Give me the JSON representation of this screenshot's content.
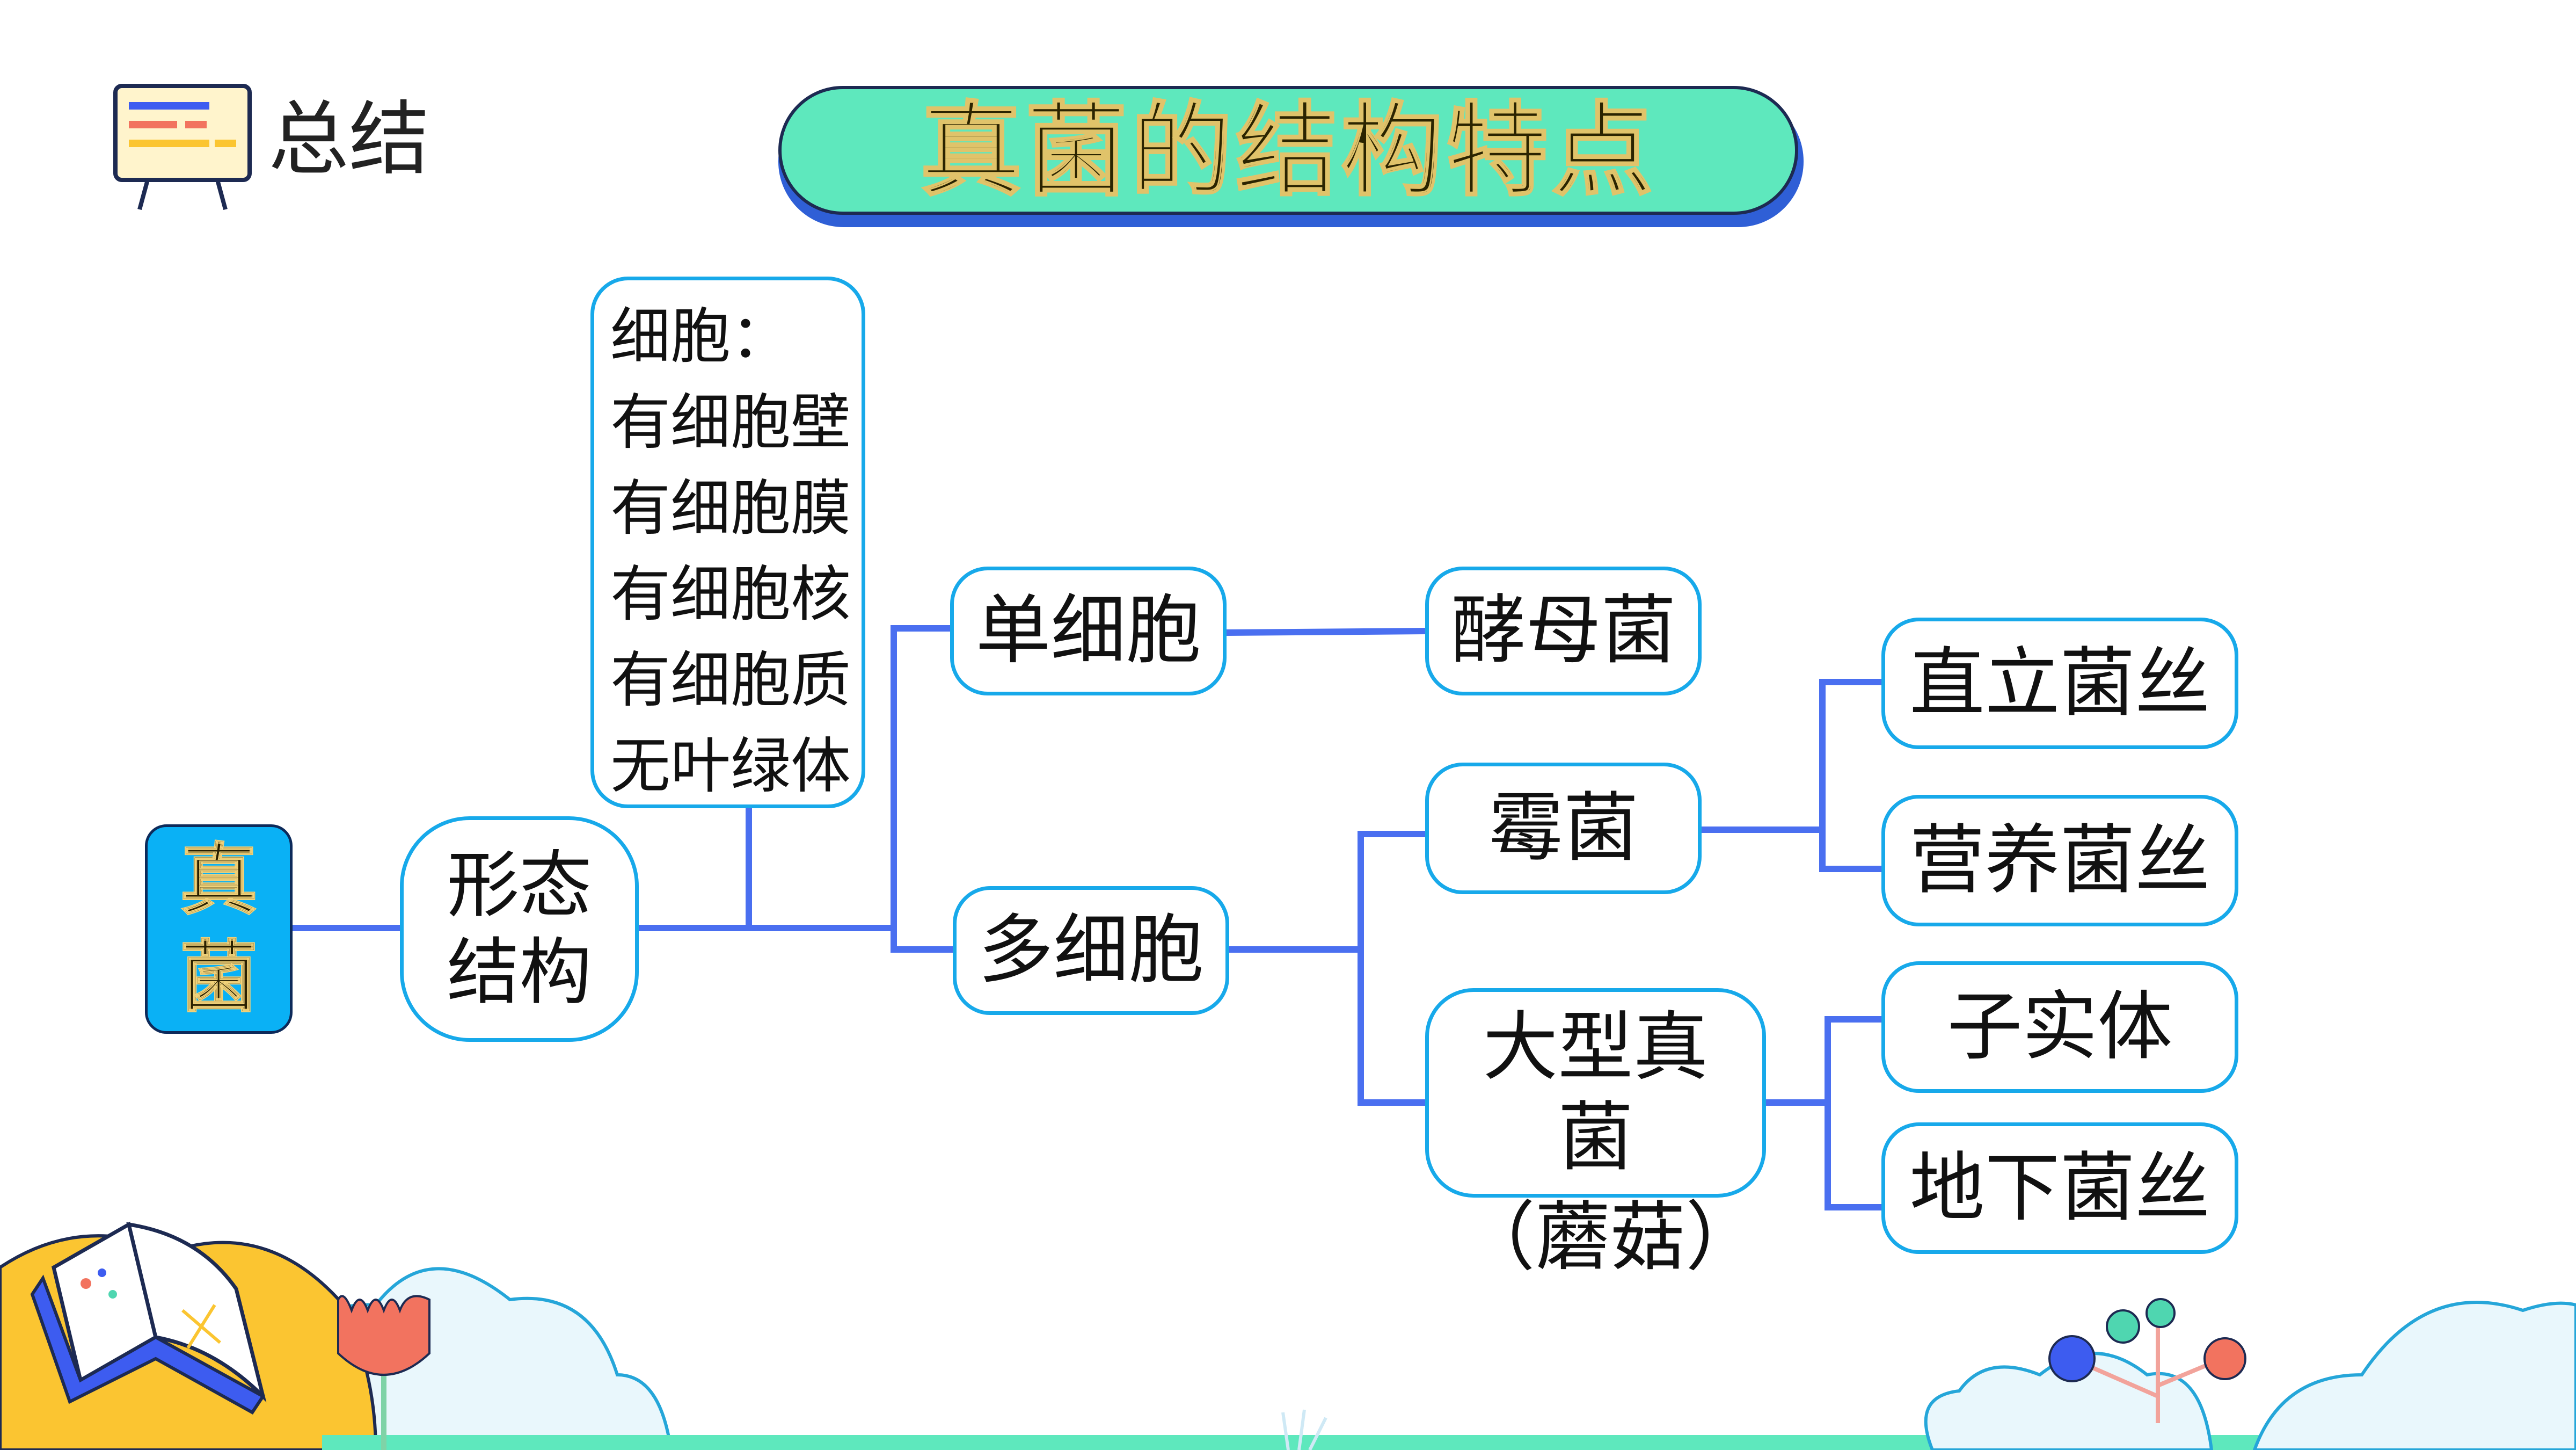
{
  "header": {
    "icon": "presentation-board-icon",
    "label": "总结"
  },
  "title": "真菌的结构特点",
  "diagram": {
    "root": "真\n菌",
    "morphology": "形态\n结构",
    "cell": {
      "heading": "细胞：",
      "features": [
        "有细胞壁",
        "有细胞膜",
        "有细胞核",
        "有细胞质",
        "无叶绿体"
      ]
    },
    "unicellular": "单细胞",
    "yeast": "酵母菌",
    "multicellular": "多细胞",
    "mold": "霉菌",
    "upright_hyphae": "直立菌丝",
    "nutrient_hyphae": "营养菌丝",
    "large_fungi": "大型真\n菌",
    "large_fungi_example": "（蘑菇）",
    "fruiting_body": "子实体",
    "underground_hyphae": "地下菌丝"
  },
  "colors": {
    "title_fill": "#5ee8bd",
    "title_shadow": "#2f5fd6",
    "node_border": "#17a9ea",
    "root_fill": "#0ab1f5",
    "connector": "#4a6ff0"
  }
}
